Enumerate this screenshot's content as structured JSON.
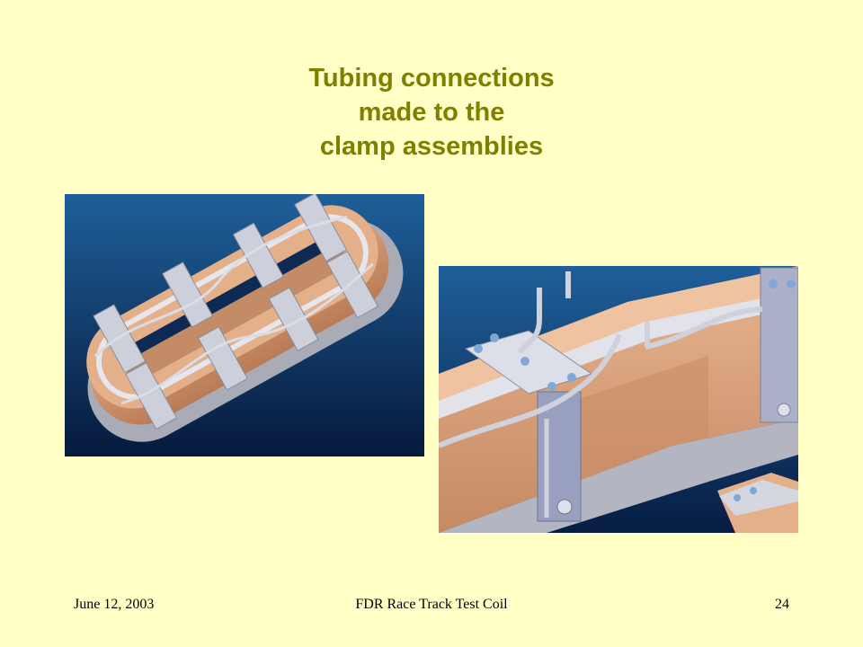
{
  "slide": {
    "title_lines": [
      "Tubing connections",
      "made to the",
      "clamp assemblies"
    ],
    "footer": {
      "date": "June 12, 2003",
      "center": "FDR Race Track Test Coil",
      "page": "24"
    }
  },
  "colors": {
    "background": "#ffffc6",
    "title": "#7f7f00",
    "render_bg_top": "#1f5f9a",
    "render_bg_bottom": "#061a3c",
    "copper": "#d49870",
    "steel": "#c7c9d3"
  }
}
